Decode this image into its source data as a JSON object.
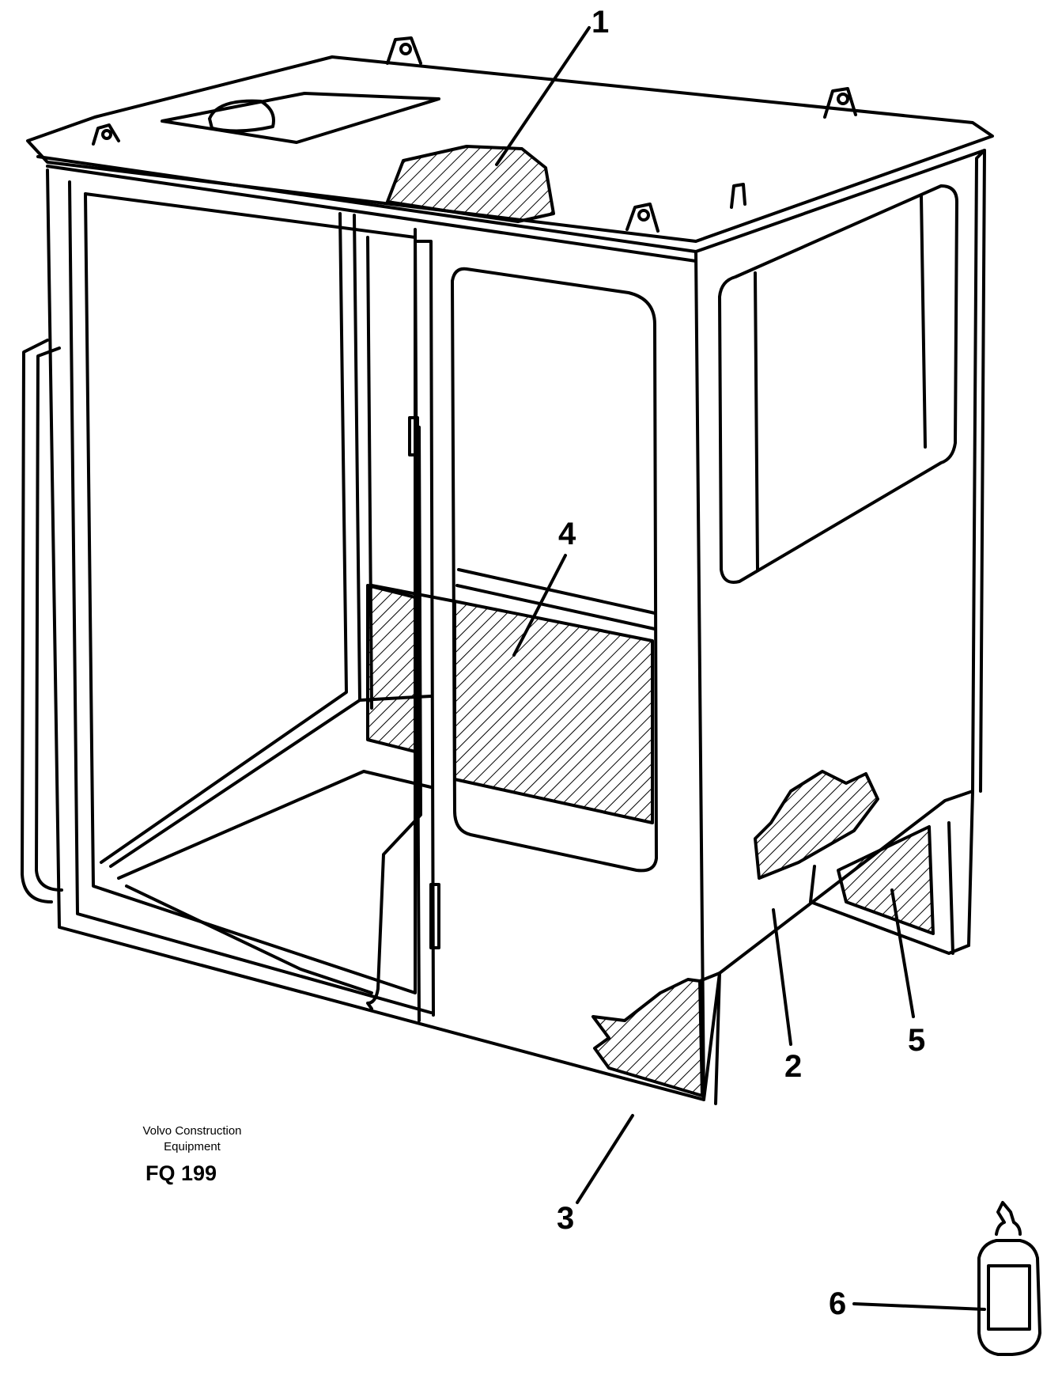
{
  "callouts": [
    {
      "id": "1",
      "label": "1"
    },
    {
      "id": "2",
      "label": "2"
    },
    {
      "id": "3",
      "label": "3"
    },
    {
      "id": "4",
      "label": "4"
    },
    {
      "id": "5",
      "label": "5"
    },
    {
      "id": "6",
      "label": "6"
    }
  ],
  "footer": {
    "maker_line1": "Volvo Construction",
    "maker_line2": "Equipment",
    "code": "FQ 199"
  },
  "colors": {
    "ink": "#000000",
    "paper": "#ffffff"
  }
}
